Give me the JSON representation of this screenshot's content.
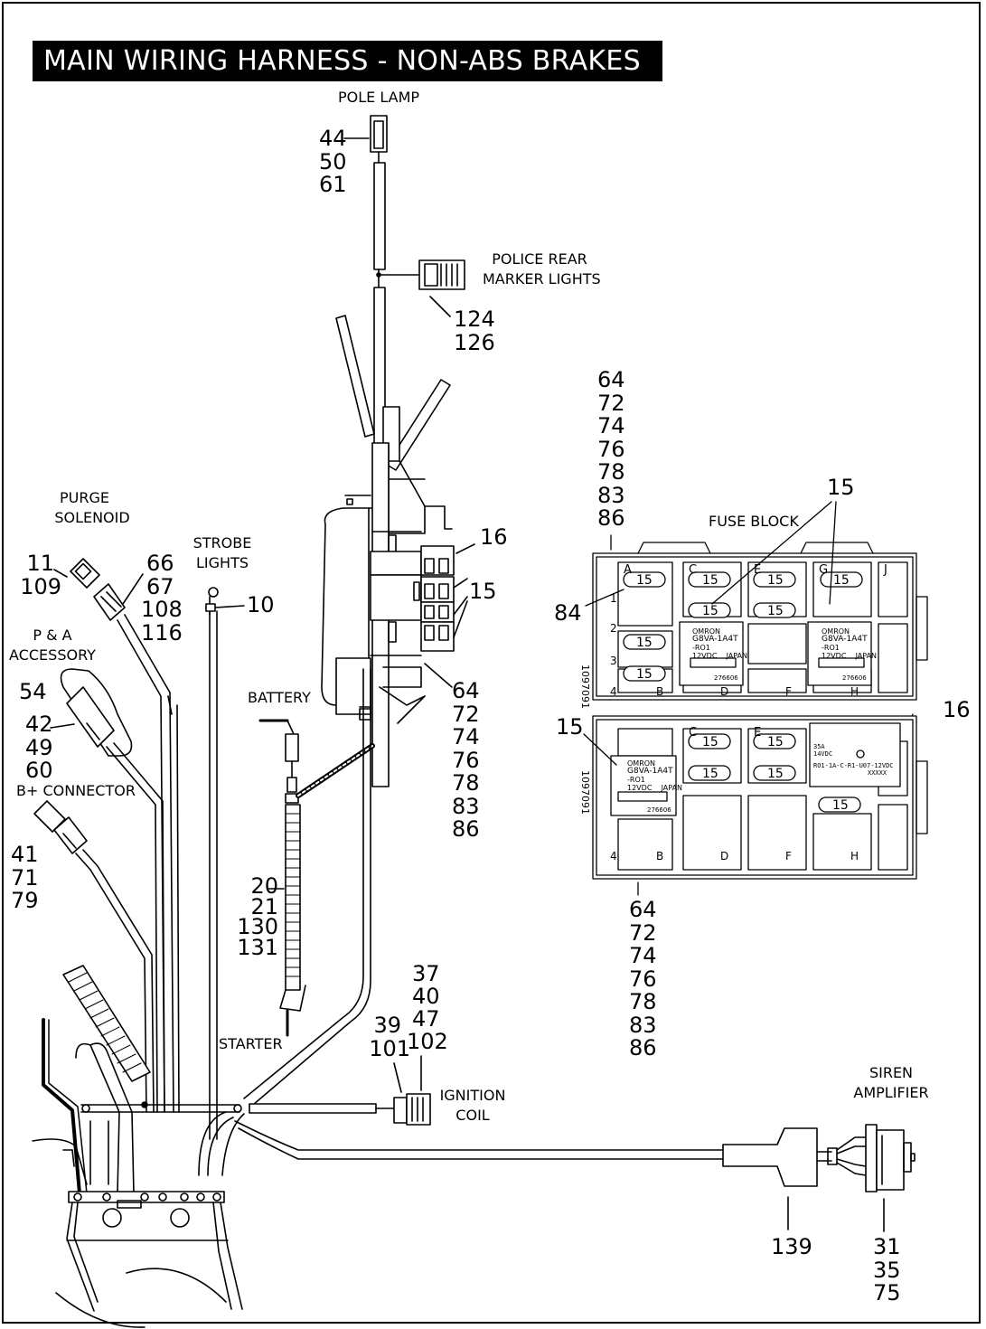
{
  "title": "MAIN WIRING HARNESS - NON-ABS BRAKES",
  "labels": {
    "pole_lamp": "POLE LAMP",
    "police_rear_marker_lights": [
      "POLICE REAR",
      "MARKER LIGHTS"
    ],
    "purge_solenoid": [
      "PURGE",
      "SOLENOID"
    ],
    "strobe_lights": [
      "STROBE",
      "LIGHTS"
    ],
    "p_and_a_accessory": [
      "P & A",
      "ACCESSORY"
    ],
    "battery": "BATTERY",
    "b_plus_connector": "B+ CONNECTOR",
    "starter": "STARTER",
    "ignition_coil": [
      "IGNITION",
      "COIL"
    ],
    "fuse_block": "FUSE BLOCK",
    "siren_amplifier": [
      "SIREN",
      "AMPLIFIER"
    ]
  },
  "callouts": {
    "pole_lamp": [
      "44",
      "50",
      "61"
    ],
    "marker_lights": [
      "124",
      "126"
    ],
    "harness_16": [
      "16"
    ],
    "harness_15": [
      "15"
    ],
    "harness_relays": [
      "64",
      "72",
      "74",
      "76",
      "78",
      "83",
      "86"
    ],
    "fuse_top": [
      "64",
      "72",
      "74",
      "76",
      "78",
      "83",
      "86"
    ],
    "fuse_15_top": [
      "15"
    ],
    "fuse_84": [
      "84"
    ],
    "fuse_15_left": [
      "15"
    ],
    "fuse_16_right": [
      "16"
    ],
    "fuse_bottom": [
      "64",
      "72",
      "74",
      "76",
      "78",
      "83",
      "86"
    ],
    "purge": [
      "11",
      "109"
    ],
    "purge_conn": [
      "66",
      "67",
      "108",
      "116"
    ],
    "strobe": [
      "10"
    ],
    "accessory": [
      "54"
    ],
    "accessory_conn": [
      "42",
      "49",
      "60"
    ],
    "bplus": [
      "41",
      "71",
      "79"
    ],
    "battery_cable": [
      "20",
      "21",
      "130",
      "131"
    ],
    "coil_a": [
      "37",
      "40",
      "47",
      "102"
    ],
    "coil_b": [
      "39",
      "101"
    ],
    "siren_cable": [
      "139"
    ],
    "siren_conn": [
      "31",
      "35",
      "75"
    ]
  },
  "fuse_block": {
    "columns_top": [
      "A",
      "C",
      "E",
      "G",
      "J"
    ],
    "columns_bottom": [
      "B",
      "D",
      "F",
      "H"
    ],
    "rows": [
      "1",
      "2",
      "3",
      "4"
    ],
    "part_number": "1097091",
    "fuse_label": "15",
    "relay_brand": "OMRON",
    "relay_model": [
      "G8VA-1A4T",
      "-RO1"
    ],
    "relay_voltage": "12VDC",
    "relay_origin": "JAPAN",
    "relay_code": "276606",
    "relay_lower_code": "276606",
    "large_relay": [
      "35A",
      "14VDC",
      "RO1-1A-C-R1-U07-12VDC",
      "XXXXX"
    ]
  },
  "colors": {
    "ink": "#000000",
    "paper": "#ffffff"
  }
}
